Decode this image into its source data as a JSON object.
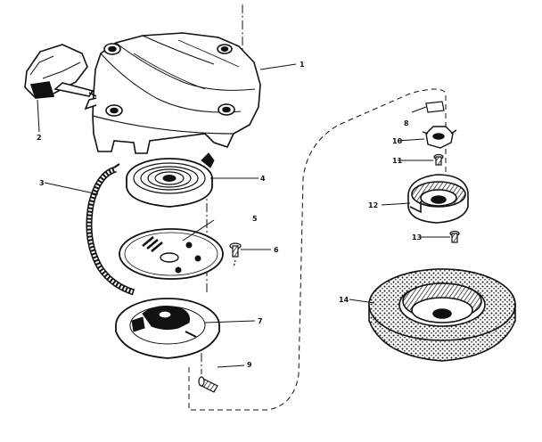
{
  "parts": [
    {
      "number": "1",
      "icon": "starter-housing-icon"
    },
    {
      "number": "2",
      "icon": "pull-handle-icon"
    },
    {
      "number": "3",
      "icon": "starter-rope-icon"
    },
    {
      "number": "4",
      "icon": "rewind-spring-icon"
    },
    {
      "number": "5",
      "icon": "spring-retainer-plate-icon"
    },
    {
      "number": "6",
      "icon": "retainer-screw-icon"
    },
    {
      "number": "7",
      "icon": "pulley-icon"
    },
    {
      "number": "8",
      "icon": "pulley-screw-icon"
    },
    {
      "number": "9",
      "icon": "pawl-insert-icon"
    },
    {
      "number": "10",
      "icon": "starter-dog-icon"
    },
    {
      "number": "11",
      "icon": "dog-screw-icon"
    },
    {
      "number": "12",
      "icon": "starter-cup-icon"
    },
    {
      "number": "13",
      "icon": "cup-screw-icon"
    },
    {
      "number": "14",
      "icon": "flywheel-screen-icon"
    }
  ],
  "colors": {
    "ink": "#111111",
    "paper": "#ffffff"
  }
}
